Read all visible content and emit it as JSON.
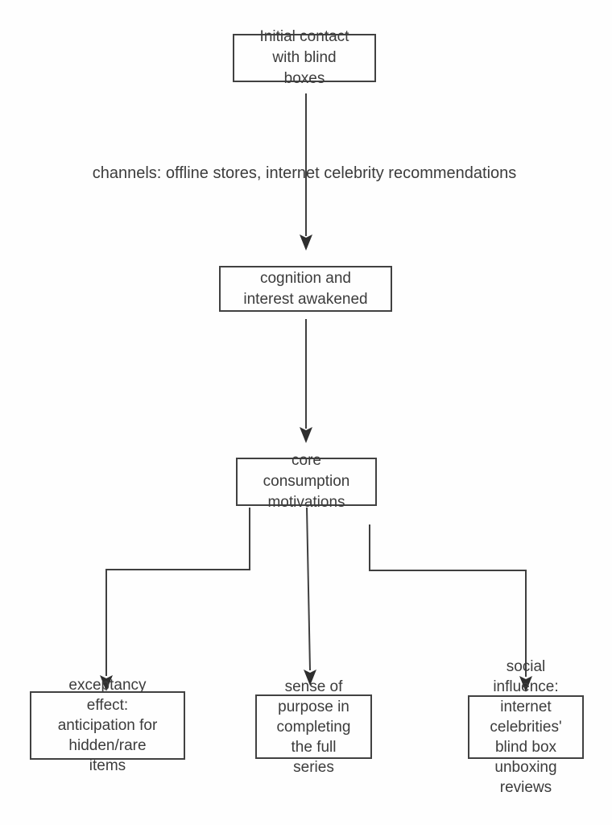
{
  "nodes": {
    "initial_contact": {
      "label": "Initial contact\nwith blind\nboxes"
    },
    "cognition": {
      "label": "cognition and\ninterest awakened"
    },
    "core_motivations": {
      "label": "core\nconsumption\nmotivations"
    },
    "expectancy_effect": {
      "label": "exceptancy\neffect:\nanticipation for\nhidden/rare\nitems"
    },
    "series_completion": {
      "label": "sense of\npurpose in\ncompleting\nthe full\nseries"
    },
    "social_influence": {
      "label": "social\ninfluence:\ninternet\ncelebrities'\nblind box\nunboxing\nreviews"
    }
  },
  "edge_labels": {
    "channels": "channels: offline stores, internet celebrity recommendations"
  },
  "colors": {
    "line": "#3f3f3f",
    "arrowhead": "#2e2e2e",
    "text": "#3c3c3c",
    "background": "#fefefe"
  }
}
